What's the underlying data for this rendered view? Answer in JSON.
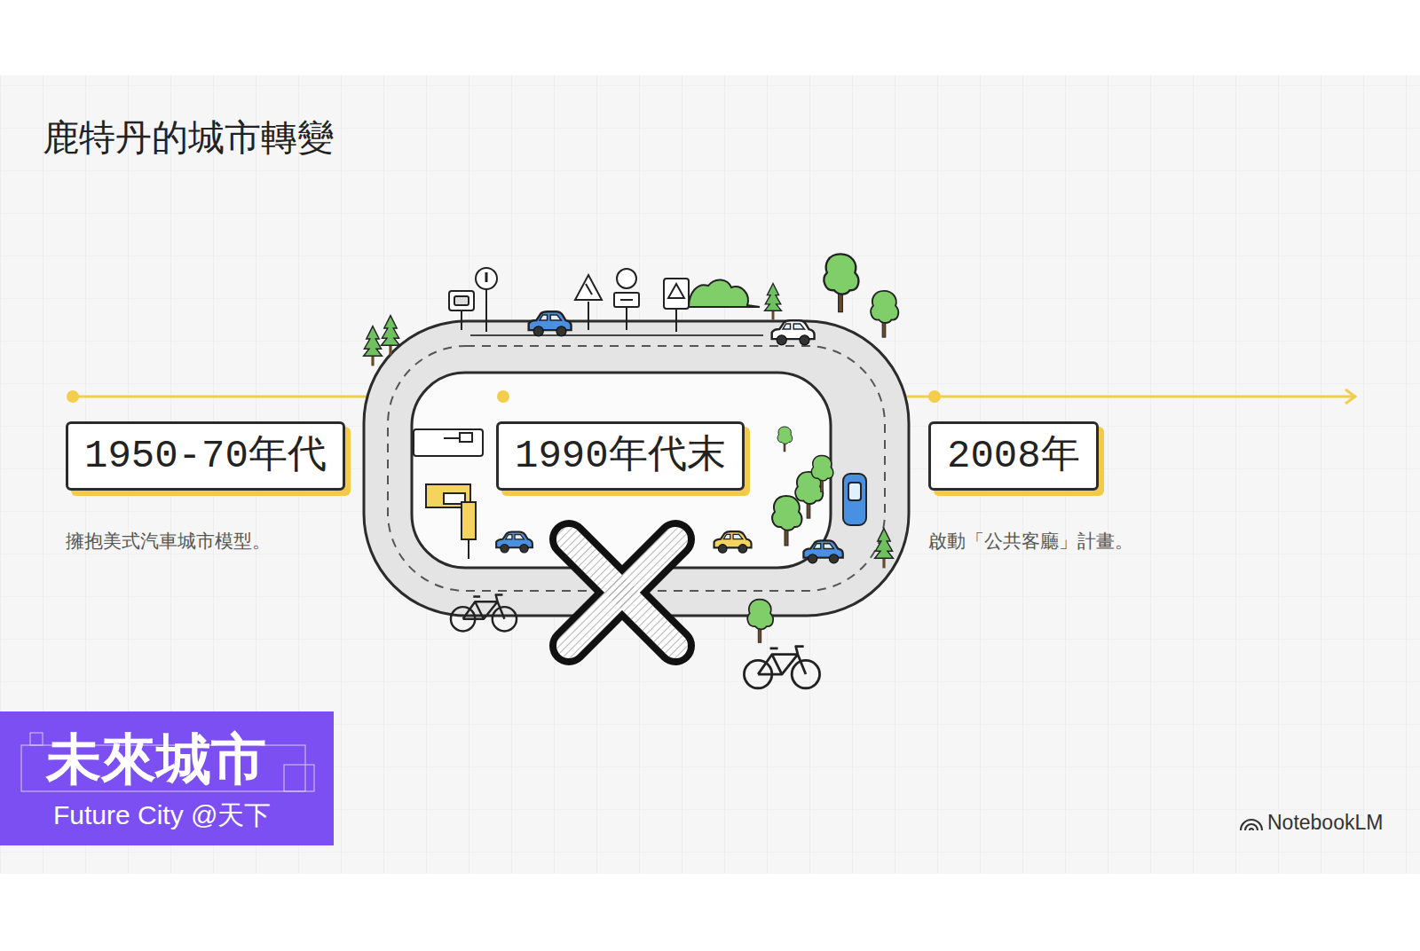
{
  "diagram": {
    "title": "鹿特丹的城市轉變",
    "nodes": [
      {
        "text": [
          "1950-70年代"
        ]
      },
      {
        "text": [
          "1990年代末"
        ]
      },
      {
        "text": [
          "2008年"
        ]
      }
    ],
    "labels": [
      "擁抱美式汽車城市模型。",
      "啟動「公共客廳」計畫。",
      "未來城市",
      "Future City @天下",
      "NotebookLM"
    ]
  }
}
